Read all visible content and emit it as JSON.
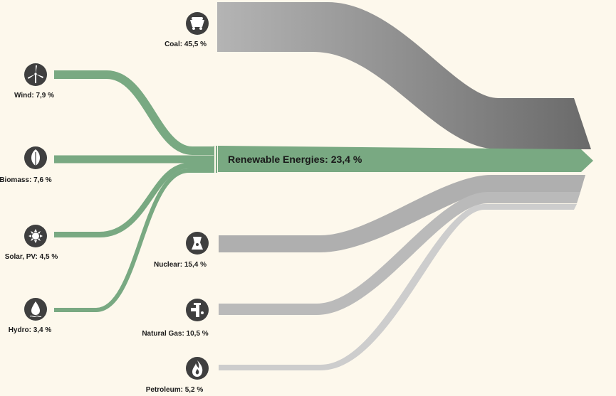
{
  "colors": {
    "background": "#fdf8ec",
    "renewable": "#79a982",
    "renewable_dark": "#6e9f78",
    "coal_light": "#b4b4b4",
    "coal_dark": "#6a6a6a",
    "nuclear": "#afafaf",
    "natural_gas": "#bababa",
    "petroleum": "#cdcdcd",
    "icon": "#3f3f3f"
  },
  "total": {
    "label": "Renewable Energies: 23,4 %"
  },
  "sources": [
    {
      "key": "coal",
      "label": "Coal: 45,5 %",
      "share": 45.5,
      "icon": "coal-wagon-icon",
      "group": "fossil"
    },
    {
      "key": "wind",
      "label": "Wind: 7,9 %",
      "share": 7.9,
      "icon": "wind-turbine-icon",
      "group": "renewable"
    },
    {
      "key": "biomass",
      "label": "Biomass: 7,6 %",
      "share": 7.6,
      "icon": "leaf-icon",
      "group": "renewable"
    },
    {
      "key": "solar",
      "label": "Solar, PV: 4,5 %",
      "share": 4.5,
      "icon": "sun-icon",
      "group": "renewable"
    },
    {
      "key": "hydro",
      "label": "Hydro: 3,4 %",
      "share": 3.4,
      "icon": "water-drop-icon",
      "group": "renewable"
    },
    {
      "key": "nuclear",
      "label": "Nuclear: 15,4 %",
      "share": 15.4,
      "icon": "nuclear-plant-icon",
      "group": "fossil"
    },
    {
      "key": "natural_gas",
      "label": "Natural Gas: 10,5 %",
      "share": 10.5,
      "icon": "gas-valve-icon",
      "group": "fossil"
    },
    {
      "key": "petroleum",
      "label": "Petroleum: 5,2 %",
      "share": 5.2,
      "icon": "flame-icon",
      "group": "fossil"
    }
  ]
}
